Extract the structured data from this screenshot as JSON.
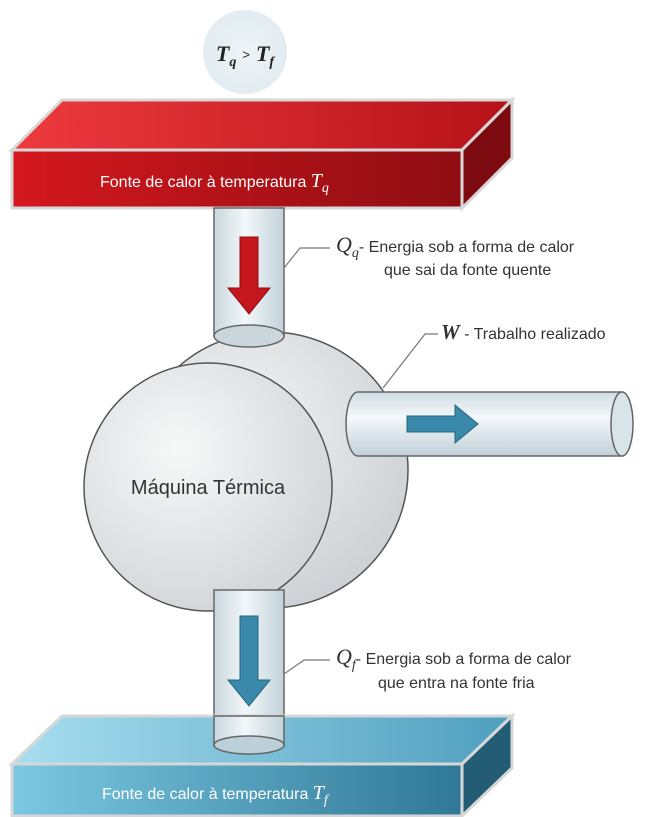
{
  "condition": {
    "t_hot": "T",
    "t_hot_sub": "q",
    "gt": ">",
    "t_cold": "T",
    "t_cold_sub": "f"
  },
  "hot_source": {
    "label": "Fonte de calor à temperatura ",
    "symbol": "T",
    "sub": "q"
  },
  "cold_source": {
    "label": "Fonte de calor à temperatura ",
    "symbol": "T",
    "sub": "f"
  },
  "engine": {
    "label": "Máquina Térmica"
  },
  "qq": {
    "symbol": "Q",
    "sub": "q",
    "dash": "- ",
    "line1": "Energia sob a forma de calor",
    "line2": "que sai da fonte quente"
  },
  "w": {
    "symbol": "W",
    "dash": " - ",
    "text": "Trabalho realizado"
  },
  "qf": {
    "symbol": "Q",
    "sub": "f",
    "dash": "- ",
    "line1": "Energia sob a forma de calor",
    "line2": "que entra na fonte fria"
  },
  "colors": {
    "hot_front": "#c4161c",
    "hot_top": "#e8282e",
    "cold_front": "#3d8fb0",
    "cold_top": "#6dc0dc",
    "arrow_hot": "#c4161c",
    "arrow_cool": "#3a88aa",
    "pipe": "#dfe8ec",
    "engine": "#e6e8ea"
  }
}
